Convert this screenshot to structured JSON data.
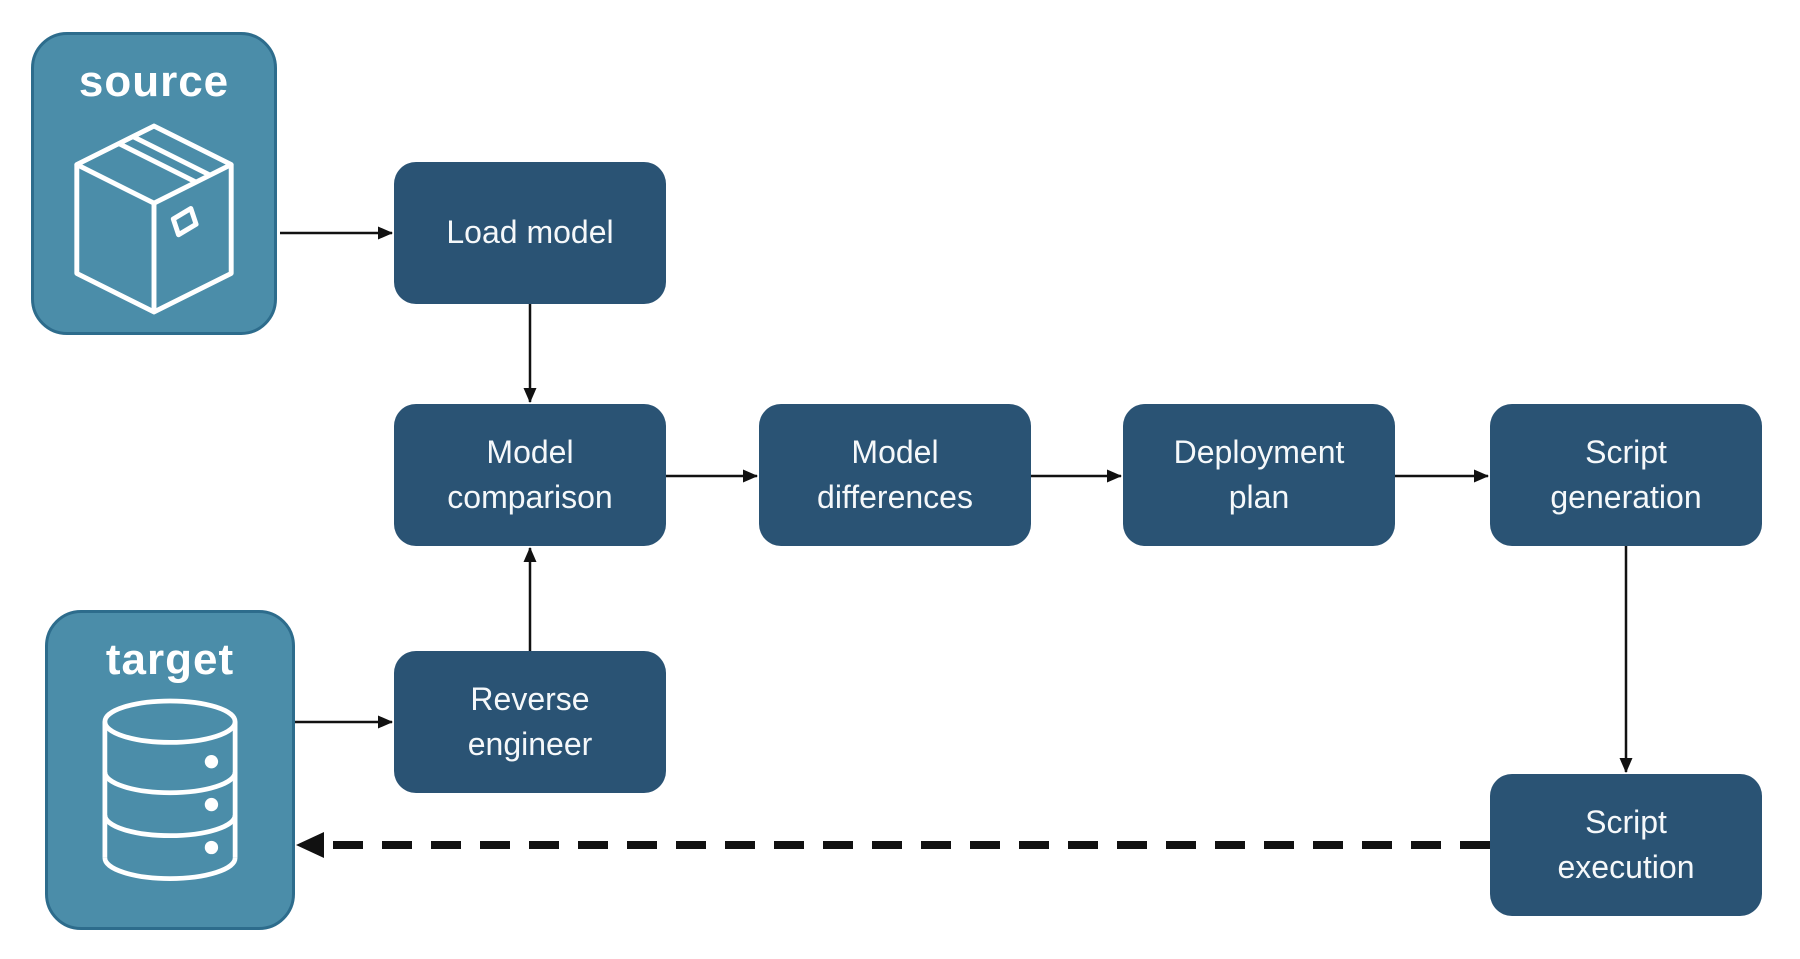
{
  "diagram": {
    "nodes": {
      "source": {
        "label": "source",
        "icon": "package-icon",
        "type": "datastore"
      },
      "target": {
        "label": "target",
        "icon": "database-icon",
        "type": "datastore"
      },
      "load_model": {
        "label": "Load model",
        "type": "step"
      },
      "model_comparison": {
        "label": "Model\ncomparison",
        "type": "step"
      },
      "model_differences": {
        "label": "Model\ndifferences",
        "type": "step"
      },
      "deployment_plan": {
        "label": "Deployment\nplan",
        "type": "step"
      },
      "script_generation": {
        "label": "Script\ngeneration",
        "type": "step"
      },
      "reverse_engineer": {
        "label": "Reverse\nengineer",
        "type": "step"
      },
      "script_execution": {
        "label": "Script\nexecution",
        "type": "step"
      }
    },
    "edges": [
      {
        "from": "source",
        "to": "load_model",
        "style": "solid"
      },
      {
        "from": "load_model",
        "to": "model_comparison",
        "style": "solid"
      },
      {
        "from": "model_comparison",
        "to": "model_differences",
        "style": "solid"
      },
      {
        "from": "model_differences",
        "to": "deployment_plan",
        "style": "solid"
      },
      {
        "from": "deployment_plan",
        "to": "script_generation",
        "style": "solid"
      },
      {
        "from": "script_generation",
        "to": "script_execution",
        "style": "solid"
      },
      {
        "from": "target",
        "to": "reverse_engineer",
        "style": "solid"
      },
      {
        "from": "reverse_engineer",
        "to": "model_comparison",
        "style": "solid"
      },
      {
        "from": "script_execution",
        "to": "target",
        "style": "dashed"
      }
    ],
    "colors": {
      "step_fill": "#2A5374",
      "datastore_fill": "#4B8DA9",
      "datastore_border": "#2D6C8C",
      "label_text": "#FFFFFF",
      "arrow": "#111111",
      "background": "#FFFFFF"
    }
  }
}
